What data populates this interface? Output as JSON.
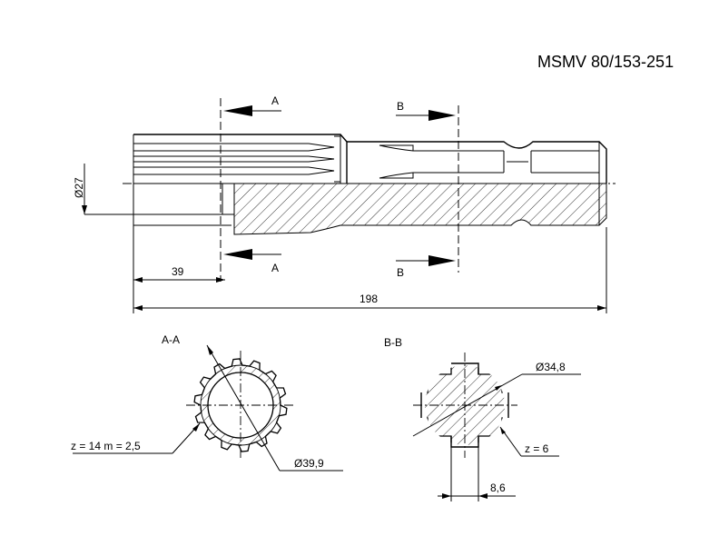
{
  "title": "MSMV 80/153-251",
  "section_labels": {
    "a_mark": "A",
    "b_mark": "B",
    "section_aa": "A-A",
    "section_bb": "B-B"
  },
  "dimensions": {
    "bore_diameter": "Ø27",
    "offset_length": "39",
    "total_length": "198",
    "aa_diameter": "Ø39,9",
    "aa_spline": "z = 14  m = 2,5",
    "bb_diameter": "Ø34,8",
    "bb_teeth": "z = 6",
    "bb_width": "8,6"
  }
}
